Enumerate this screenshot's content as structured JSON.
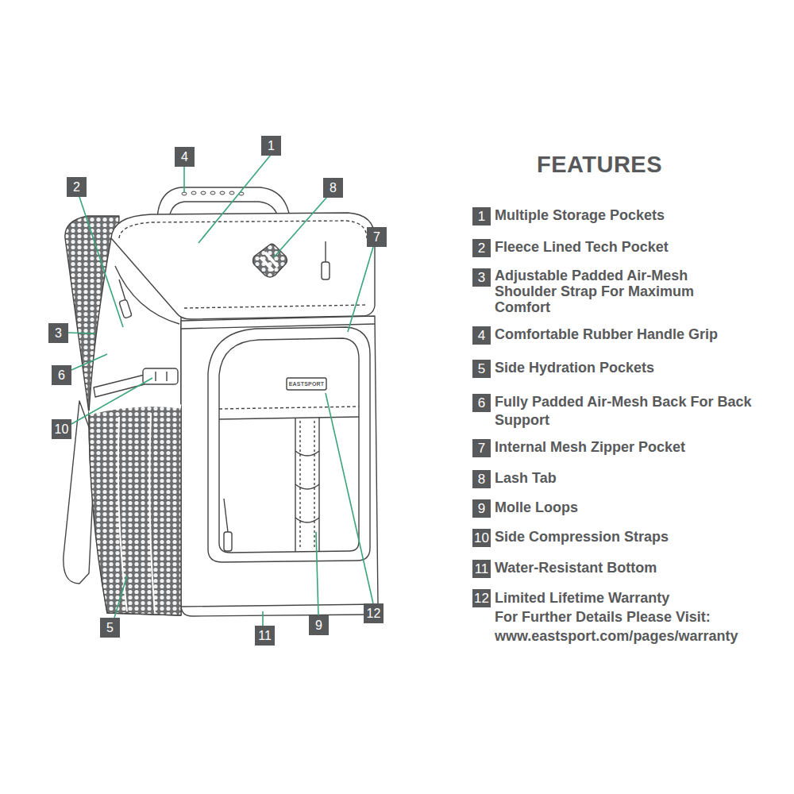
{
  "diagram": {
    "title": "FEATURES",
    "nodes": [
      {
        "text": [
          "1"
        ]
      },
      {
        "text": [
          "4"
        ]
      },
      {
        "text": [
          "2"
        ]
      },
      {
        "text": [
          "8"
        ]
      },
      {
        "text": [
          "7"
        ]
      },
      {
        "text": [
          "3"
        ]
      },
      {
        "text": [
          "6"
        ]
      },
      {
        "text": [
          "10"
        ]
      },
      {
        "text": [
          "12"
        ]
      },
      {
        "text": [
          "9"
        ]
      },
      {
        "text": [
          "5"
        ]
      },
      {
        "text": [
          "11"
        ]
      },
      {
        "text": [
          "1",
          "Multiple Storage Pockets"
        ]
      },
      {
        "text": [
          "2",
          "Fleece Lined Tech Pocket"
        ]
      },
      {
        "text": [
          "3",
          "Adjustable Padded Air-Mesh Shoulder Strap For Maximum Comfort"
        ]
      },
      {
        "text": [
          "4",
          "Comfortable Rubber Handle Grip"
        ]
      },
      {
        "text": [
          "5",
          "Side Hydration Pockets"
        ]
      },
      {
        "text": [
          "6",
          "Fully Padded Air-Mesh Back For Back Support"
        ]
      },
      {
        "text": [
          "7",
          "Internal Mesh Zipper Pocket"
        ]
      },
      {
        "text": [
          "8",
          "Lash Tab"
        ]
      },
      {
        "text": [
          "9",
          "Molle Loops"
        ]
      },
      {
        "text": [
          "10",
          "Side Compression Straps"
        ]
      },
      {
        "text": [
          "11",
          "Water-Resistant Bottom"
        ]
      },
      {
        "text": [
          "12",
          "Limited Lifetime Warranty",
          "For Further Details Please Visit: www.eastsport.com/pages/warranty"
        ]
      }
    ],
    "labels": [
      "EASTSPORT"
    ]
  }
}
